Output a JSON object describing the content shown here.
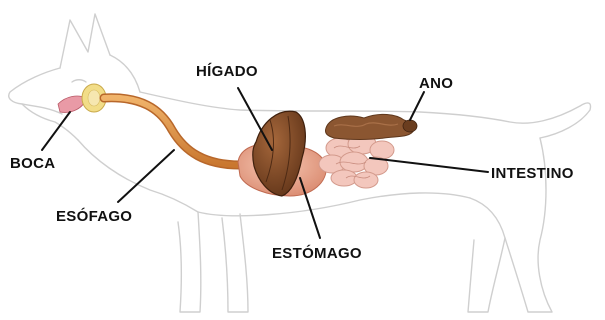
{
  "labels": {
    "boca": "BOCA",
    "esofago": "ESÓFAGO",
    "higado": "HÍGADO",
    "estomago": "ESTÓMAGO",
    "ano": "ANO",
    "intestino": "INTESTINO"
  },
  "colors": {
    "outline": "#cfcfcf",
    "leader": "#111111",
    "esophagus": "#e0944a",
    "esophagus_dark": "#b8672a",
    "liver": "#7a4526",
    "liver_dark": "#4e2a14",
    "stomach": "#e7a88f",
    "intestine": "#f3c7bd",
    "colon": "#8b5631",
    "mouth": "#e99aa6",
    "pharynx": "#f2dd88"
  }
}
